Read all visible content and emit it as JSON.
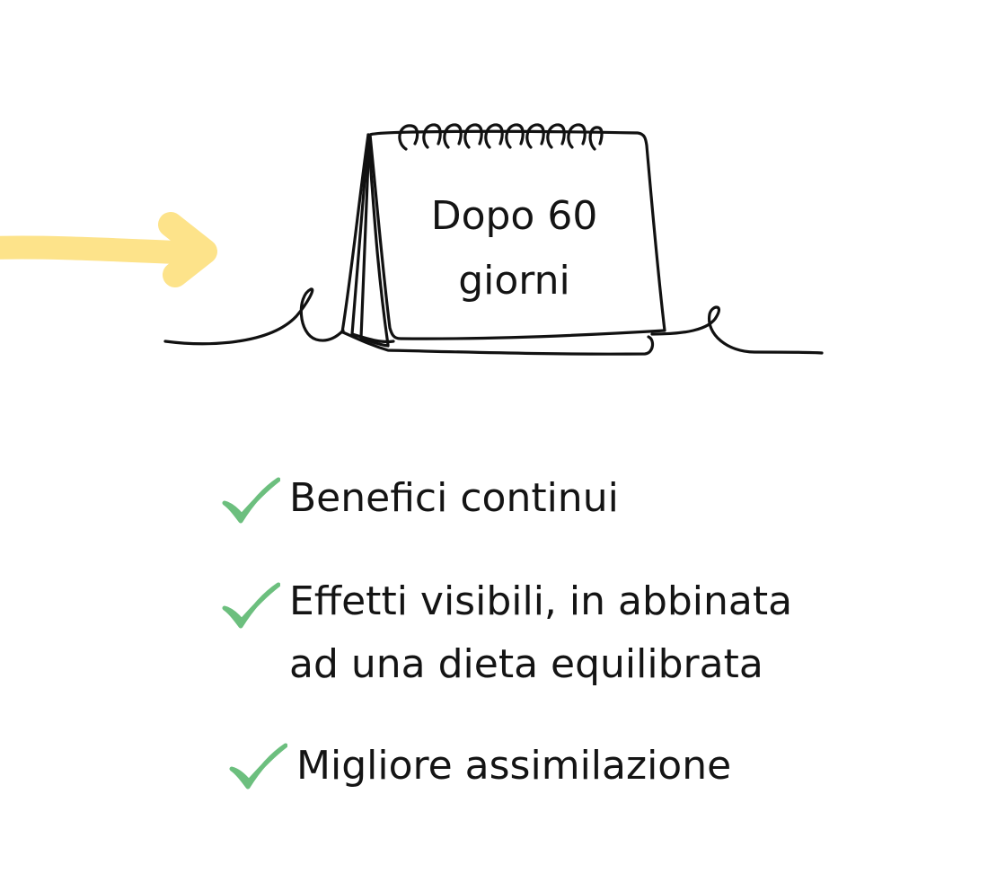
{
  "colors": {
    "arrow": "#fde38a",
    "check": "#6cbf7e",
    "line": "#111111",
    "text": "#141414",
    "background": "#ffffff"
  },
  "icons": {
    "arrow": "arrow-right-icon",
    "calendar": "desk-calendar-icon",
    "check": "checkmark-icon"
  },
  "calendar": {
    "line1": "Dopo 60",
    "line2": "giorni"
  },
  "benefits": [
    {
      "lines": [
        "Benefici continui"
      ]
    },
    {
      "lines": [
        "Effetti visibili, in abbinata",
        "ad una dieta equilibrata"
      ]
    },
    {
      "lines": [
        "Migliore assimilazione"
      ]
    }
  ]
}
